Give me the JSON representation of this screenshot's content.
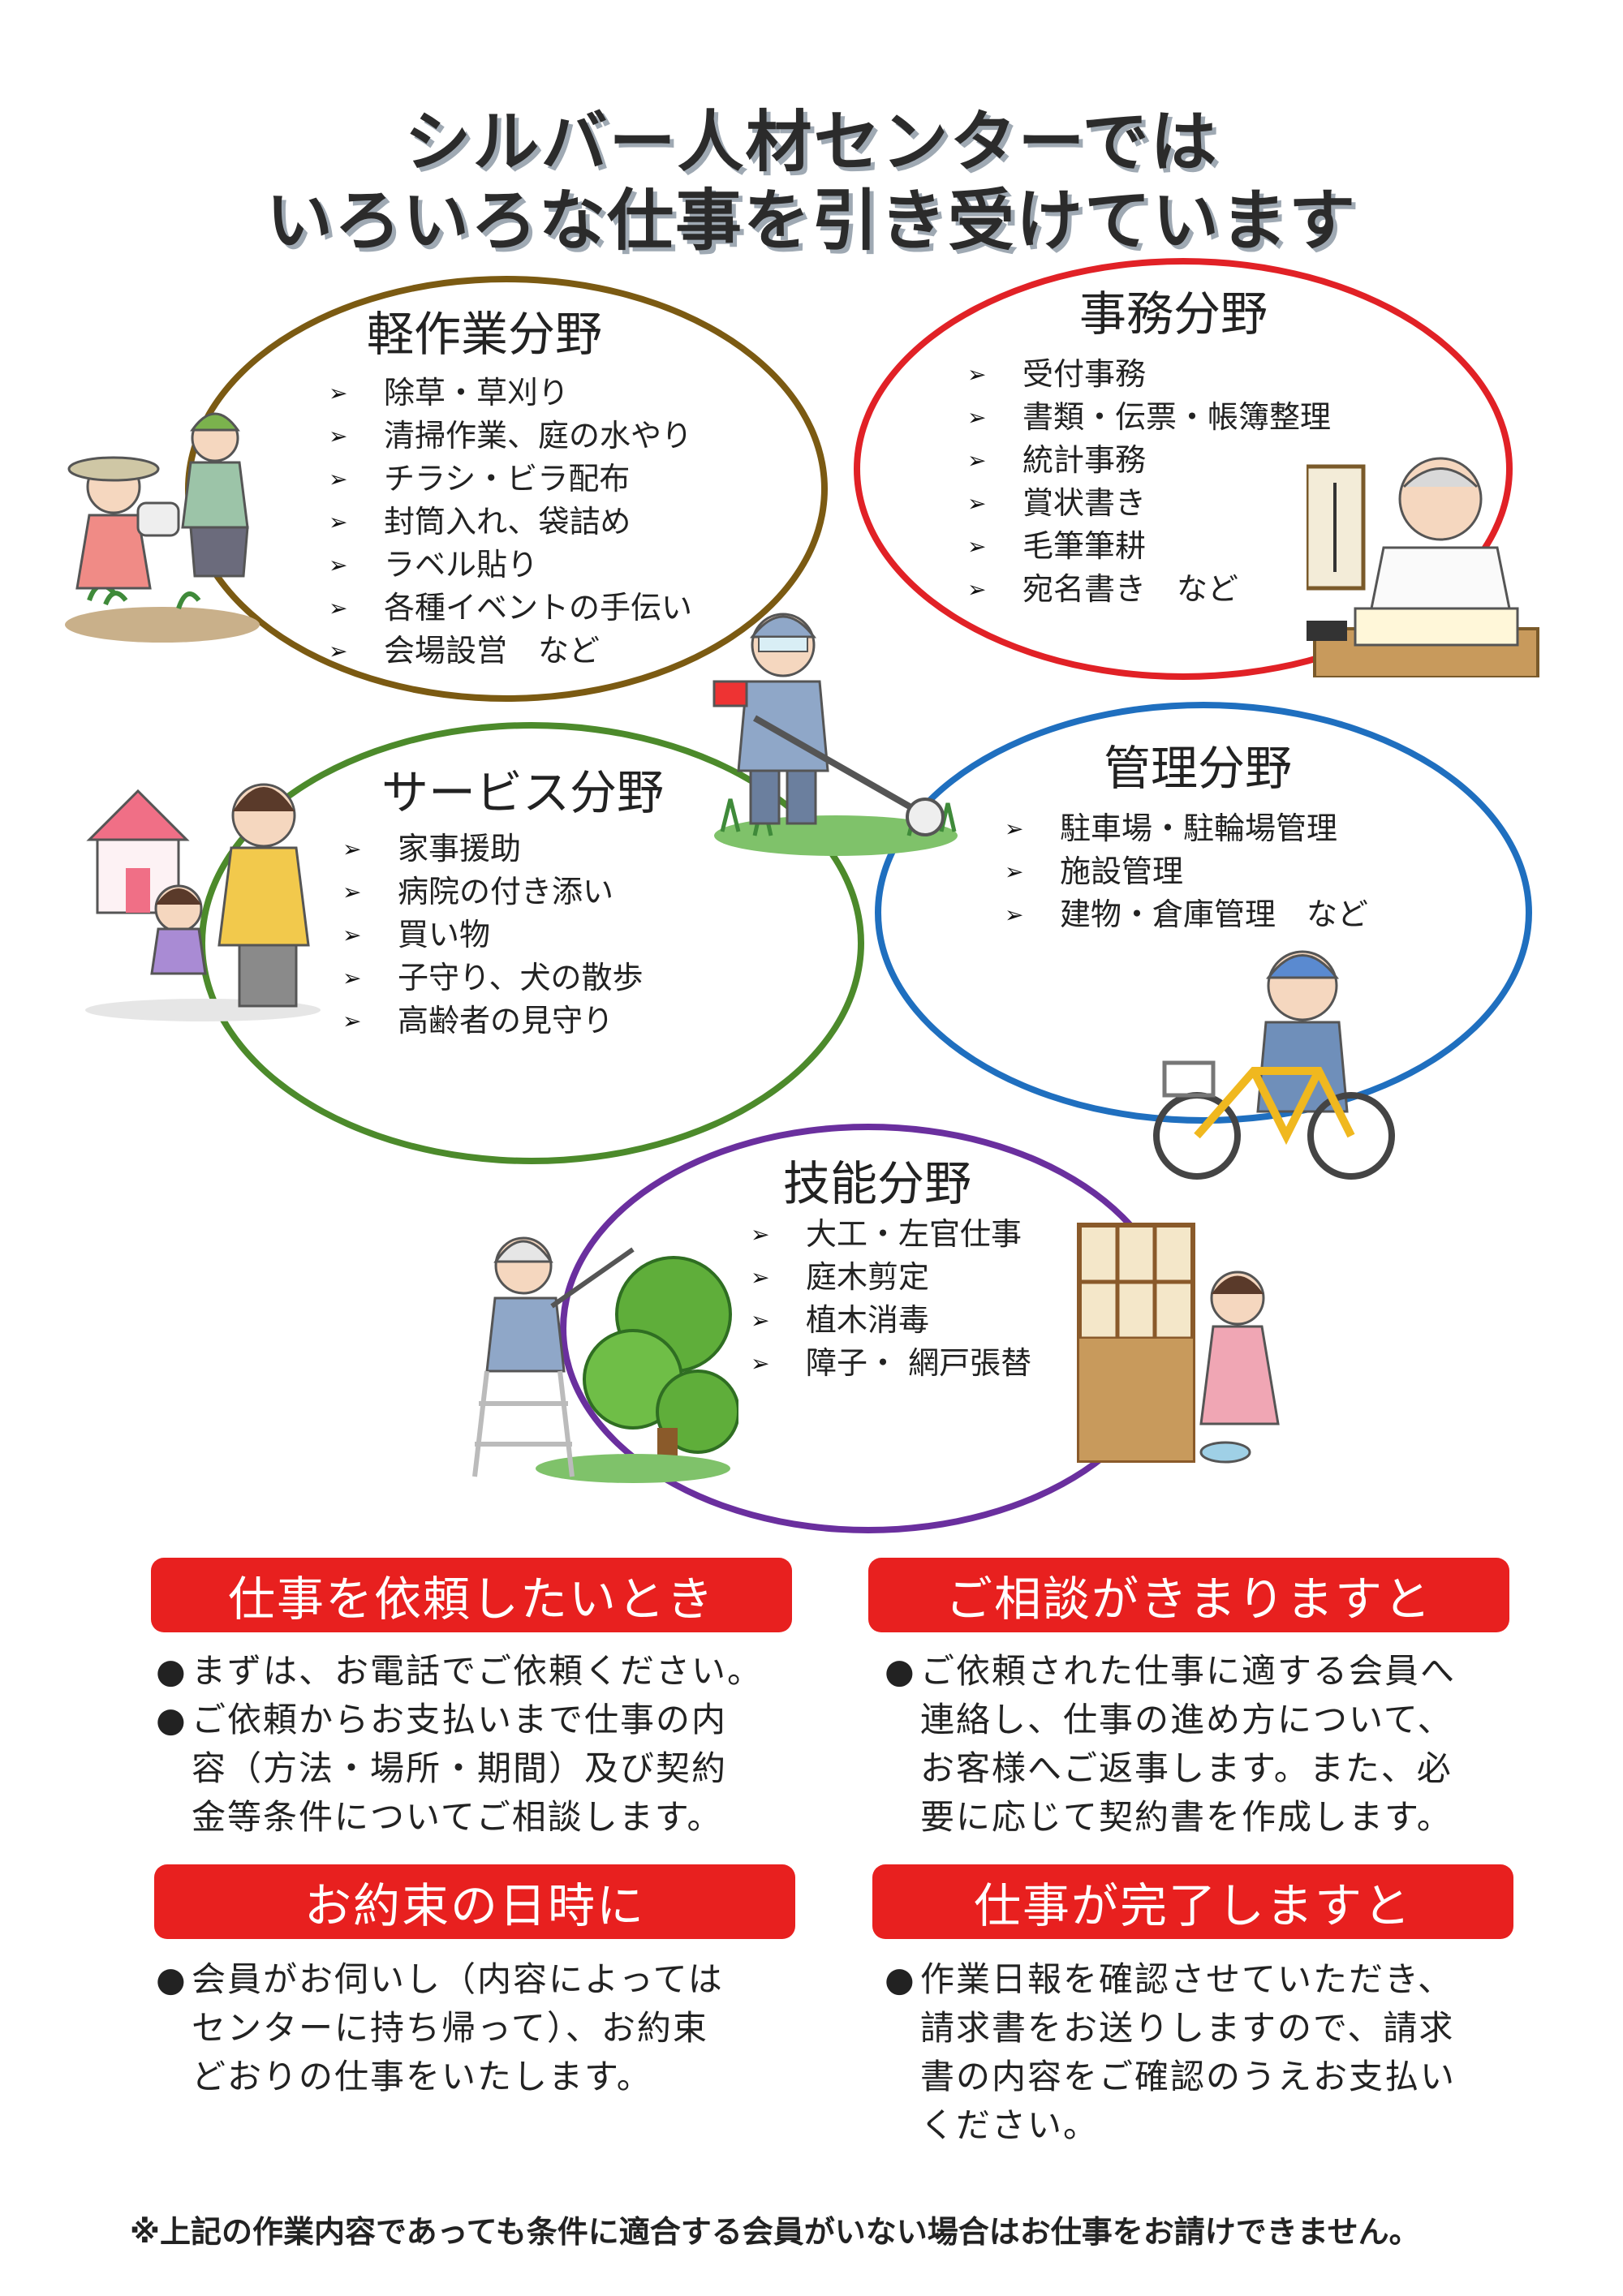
{
  "title": {
    "line1": "シルバー人材センターでは",
    "line2": "いろいろな仕事を引き受けています"
  },
  "fields": {
    "light": {
      "title": "軽作業分野",
      "items": [
        "除草・草刈り",
        "清掃作業、庭の水やり",
        "チラシ・ビラ配布",
        "封筒入れ、袋詰め",
        "ラベル貼り",
        "各種イベントの手伝い",
        "会場設営　など"
      ]
    },
    "office": {
      "title": "事務分野",
      "items": [
        "受付事務",
        "書類・伝票・帳簿整理",
        "統計事務",
        "賞状書き",
        "毛筆筆耕",
        "宛名書き　など"
      ]
    },
    "service": {
      "title": "サービス分野",
      "items": [
        "家事援助",
        "病院の付き添い",
        "買い物",
        "子守り、犬の散歩",
        "高齢者の見守り"
      ]
    },
    "manage": {
      "title": "管理分野",
      "items": [
        "駐車場・駐輪場管理",
        "施設管理",
        "建物・倉庫管理　など"
      ]
    },
    "skill": {
      "title": "技能分野",
      "items": [
        "大工・左官仕事",
        "庭木剪定",
        "植木消毒",
        "障子・ 網戸張替"
      ]
    }
  },
  "arrow_glyph": "➢",
  "bullet_glyph": "●",
  "sections": {
    "request": {
      "header": "仕事を依頼したいとき",
      "p1": [
        "まずは、お電話でご依頼ください。"
      ],
      "p2": [
        "ご依頼からお支払いまで仕事の内",
        "容（方法・場所・期間）及び契約",
        "金等条件についてご相談します。"
      ]
    },
    "consult": {
      "header": "ご相談がきまりますと",
      "p1": [
        "ご依頼された仕事に適する会員へ",
        "連絡し、仕事の進め方について、",
        "お客様へご返事します。また、必",
        "要に応じて契約書を作成します。"
      ]
    },
    "promise": {
      "header": "お約束の日時に",
      "p1": [
        "会員がお伺いし（内容によっては",
        "センターに持ち帰って）、お約束",
        "どおりの仕事をいたします。"
      ]
    },
    "complete": {
      "header": "仕事が完了しますと",
      "p1": [
        "作業日報を確認させていただき、",
        "請求書をお送りしますので、請求",
        "書の内容をご確認のうえお支払い",
        "ください。"
      ]
    }
  },
  "footnote": "※上記の作業内容であっても条件に適合する会員がいない場合はお仕事をお請けできません。",
  "colors": {
    "light": "#7b5a12",
    "office": "#e12126",
    "service": "#4c8a2b",
    "manage": "#1f6fbf",
    "skill": "#6a2f9e",
    "header_bg": "#e8201f"
  }
}
